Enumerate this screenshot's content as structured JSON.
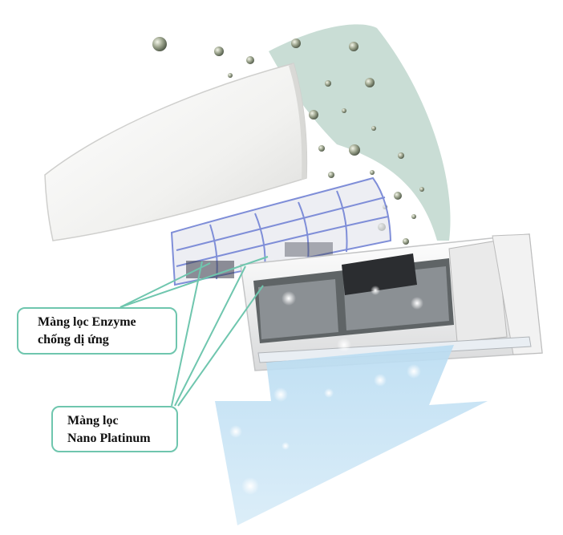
{
  "labels": {
    "enzyme_filter": {
      "line1": "Màng lọc Enzyme",
      "line2": "chống dị ứng"
    },
    "nano_filter": {
      "line1": "Màng lọc",
      "line2": "Nano Platinum"
    }
  },
  "colors": {
    "callout_border": "#6fc6ae",
    "leader_line": "#6fc6ae",
    "airflow": "#bfe2f5",
    "clean_air_swoosh": "#c9ddd5",
    "filter_frame": "#7f8ed8",
    "dust_particle": "#8f9b86"
  },
  "icons": [
    "dust-particle-icon",
    "sparkle-icon"
  ]
}
